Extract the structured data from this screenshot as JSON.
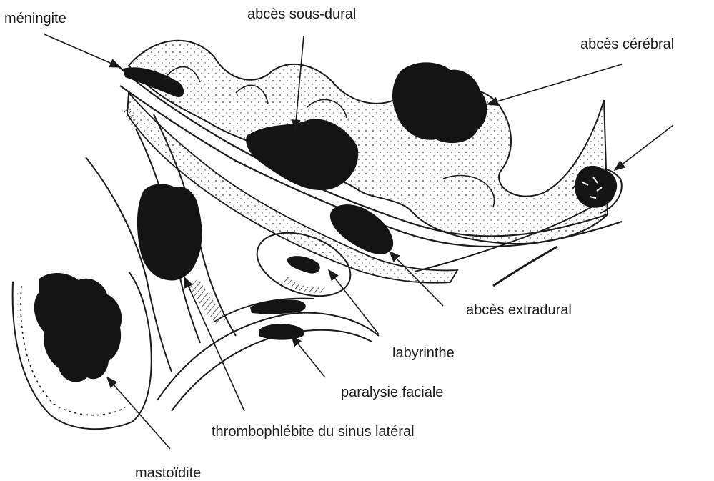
{
  "labels": {
    "meningite": "méningite",
    "abces_sous_dural": "abcès sous-dural",
    "abces_cerebral": "abcès cérébral",
    "abces_extradural": "abcès extradural",
    "labyrinthe": "labyrinthe",
    "paralysie_faciale": "paralysie faciale",
    "thrombophlebite": "thrombophlébite du sinus latéral",
    "mastoidite": "mastoïdite"
  },
  "colors": {
    "ink": "#1a1a1a",
    "lesion": "#141414",
    "paper": "#ffffff"
  }
}
